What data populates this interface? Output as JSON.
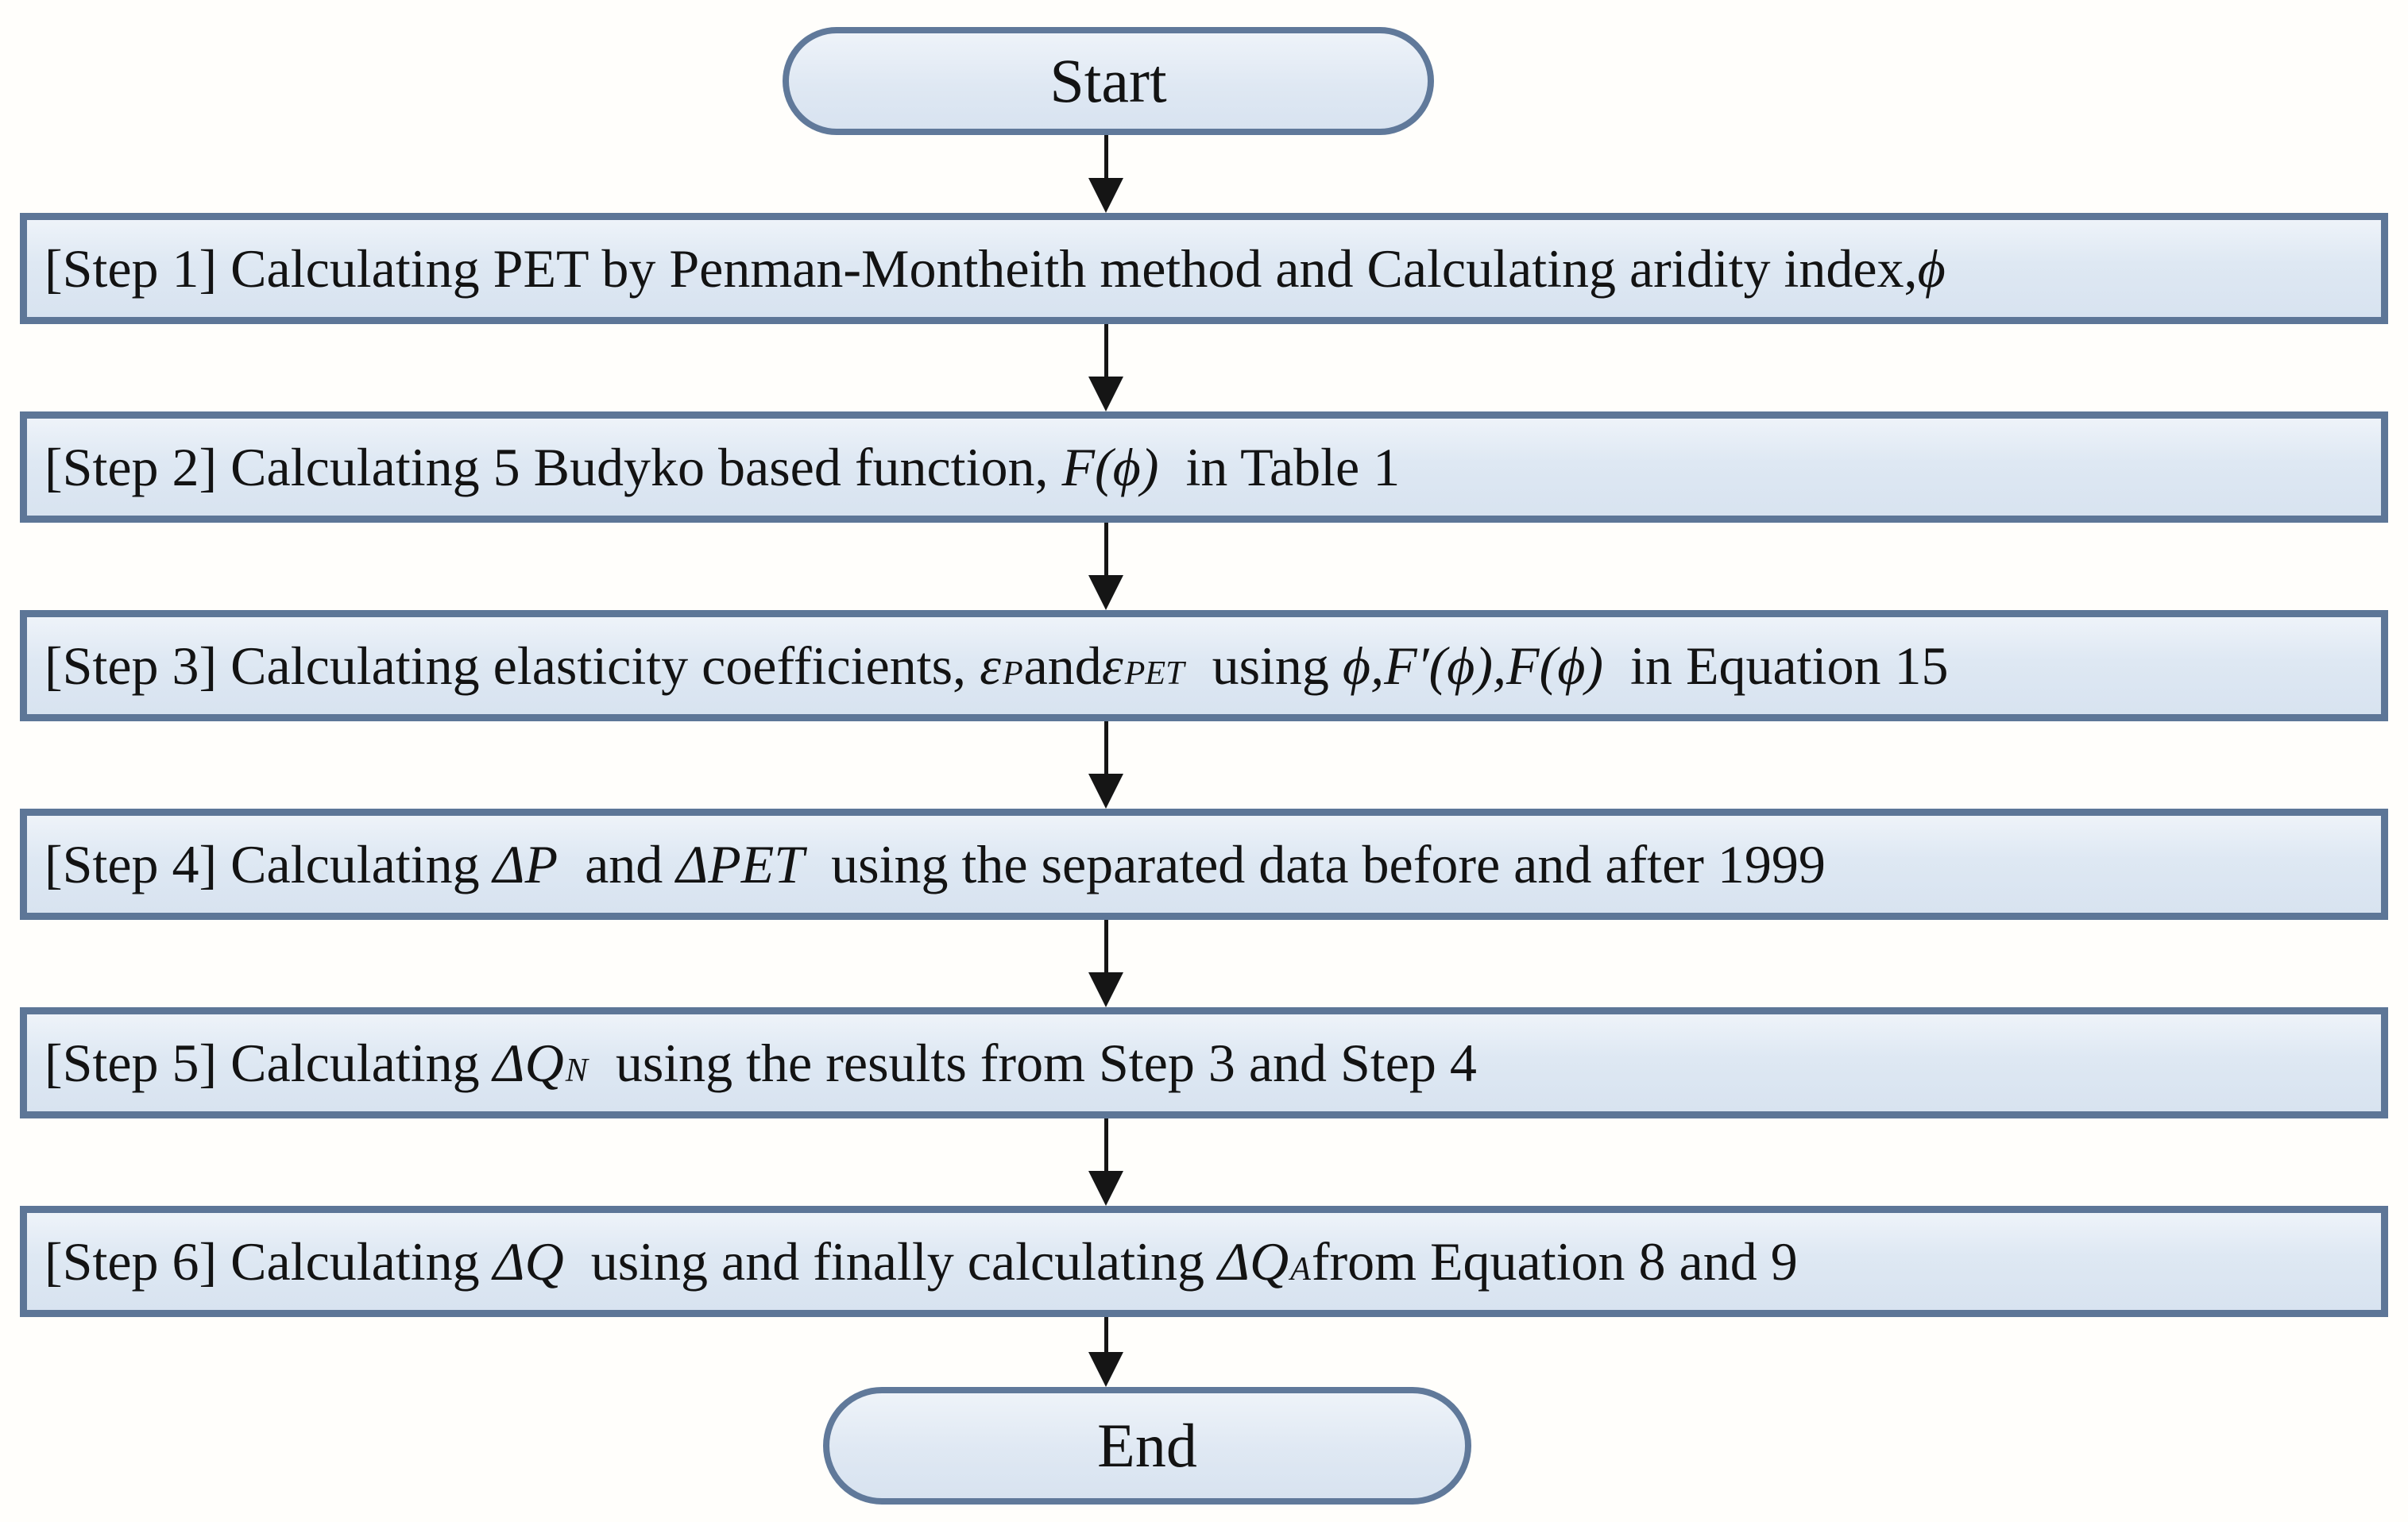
{
  "diagram": {
    "type": "flowchart",
    "colors": {
      "node_fill_light": "#eef3f9",
      "node_fill_dark": "#d8e3f0",
      "node_border": "#5d7697",
      "oval_border": "#60799a",
      "arrow": "#151515",
      "text": "#131313",
      "background": "#fffefb"
    },
    "edges": [
      "start->step1",
      "step1->step2",
      "step2->step3",
      "step3->step4",
      "step4->step5",
      "step5->step6",
      "step6->end"
    ]
  },
  "nodes": {
    "start": {
      "label": "Start"
    },
    "end": {
      "label": "End"
    }
  },
  "steps": [
    {
      "parts": [
        {
          "style": "plain",
          "text": "[Step 1] Calculating PET by Penman-Montheith method and Calculating aridity index, "
        },
        {
          "style": "math",
          "text": "ϕ"
        }
      ]
    },
    {
      "parts": [
        {
          "style": "plain",
          "text": "[Step 2] Calculating 5 Budyko based function,  "
        },
        {
          "style": "math",
          "text": "F(ϕ)"
        },
        {
          "style": "plain",
          "text": "  in Table 1"
        }
      ]
    },
    {
      "parts": [
        {
          "style": "plain",
          "text": "[Step 3] Calculating elasticity coefficients,  "
        },
        {
          "style": "math",
          "text": "ε"
        },
        {
          "style": "sub",
          "text": "P"
        },
        {
          "style": "plain",
          "text": " and "
        },
        {
          "style": "math",
          "text": "ε"
        },
        {
          "style": "sub",
          "text": "PET"
        },
        {
          "style": "plain",
          "text": "  using  "
        },
        {
          "style": "math",
          "text": "ϕ,F′(ϕ),F(ϕ)"
        },
        {
          "style": "plain",
          "text": "  in Equation 15"
        }
      ]
    },
    {
      "parts": [
        {
          "style": "plain",
          "text": "[Step 4] Calculating  "
        },
        {
          "style": "math",
          "text": "ΔP"
        },
        {
          "style": "plain",
          "text": "  and  "
        },
        {
          "style": "math",
          "text": "ΔPET"
        },
        {
          "style": "plain",
          "text": "  using the separated data before and after 1999"
        }
      ]
    },
    {
      "parts": [
        {
          "style": "plain",
          "text": "[Step 5] Calculating  "
        },
        {
          "style": "math",
          "text": "ΔQ"
        },
        {
          "style": "sub",
          "text": "N"
        },
        {
          "style": "plain",
          "text": "  using the results from Step 3 and Step 4"
        }
      ]
    },
    {
      "parts": [
        {
          "style": "plain",
          "text": "[Step 6] Calculating  "
        },
        {
          "style": "math",
          "text": "ΔQ"
        },
        {
          "style": "plain",
          "text": "  using and finally calculating  "
        },
        {
          "style": "math",
          "text": "ΔQ"
        },
        {
          "style": "sub",
          "text": "A"
        },
        {
          "style": "plain",
          "text": " from Equation 8 and 9"
        }
      ]
    }
  ]
}
